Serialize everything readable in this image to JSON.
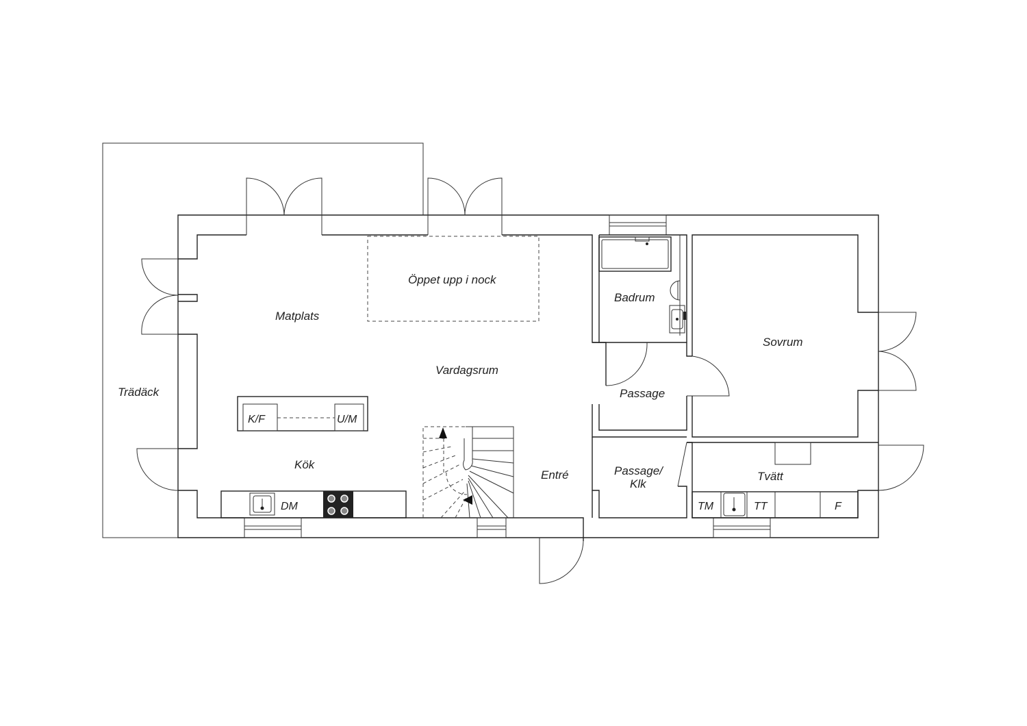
{
  "rooms": {
    "tradack": "Trädäck",
    "matplats": "Matplats",
    "oppet": "Öppet upp i nock",
    "vardagsrum": "Vardagsrum",
    "kok": "Kök",
    "entre": "Entré",
    "badrum": "Badrum",
    "passage": "Passage",
    "passage_klk_1": "Passage/",
    "passage_klk_2": "Klk",
    "sovrum": "Sovrum",
    "tvatt": "Tvätt"
  },
  "fixtures": {
    "kf": "K/F",
    "um": "U/M",
    "dm": "DM",
    "tm": "TM",
    "tt": "TT",
    "f": "F"
  },
  "icons": [
    "sink-icon",
    "stove-icon",
    "bathtub-icon",
    "toilet-icon",
    "washbasin-icon",
    "stair-arrow-icon"
  ],
  "colors": {
    "line": "#222222",
    "background": "#ffffff",
    "stove": "#222222"
  }
}
